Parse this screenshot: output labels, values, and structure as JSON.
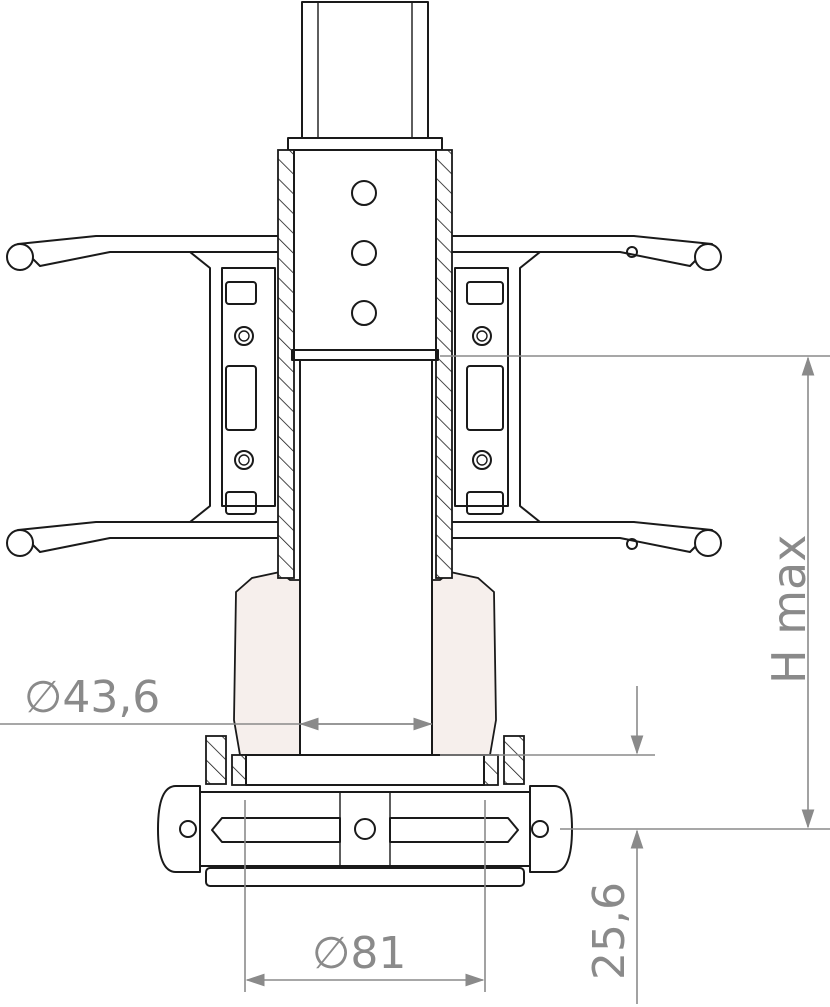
{
  "dimensions": {
    "diameter_inner": "∅43,6",
    "diameter_outer": "∅81",
    "offset_height": "25,6",
    "max_height": "H max"
  },
  "colors": {
    "outline": "#1a1a1a",
    "dimension": "#8a8a8a",
    "tint": "#f6efec"
  }
}
